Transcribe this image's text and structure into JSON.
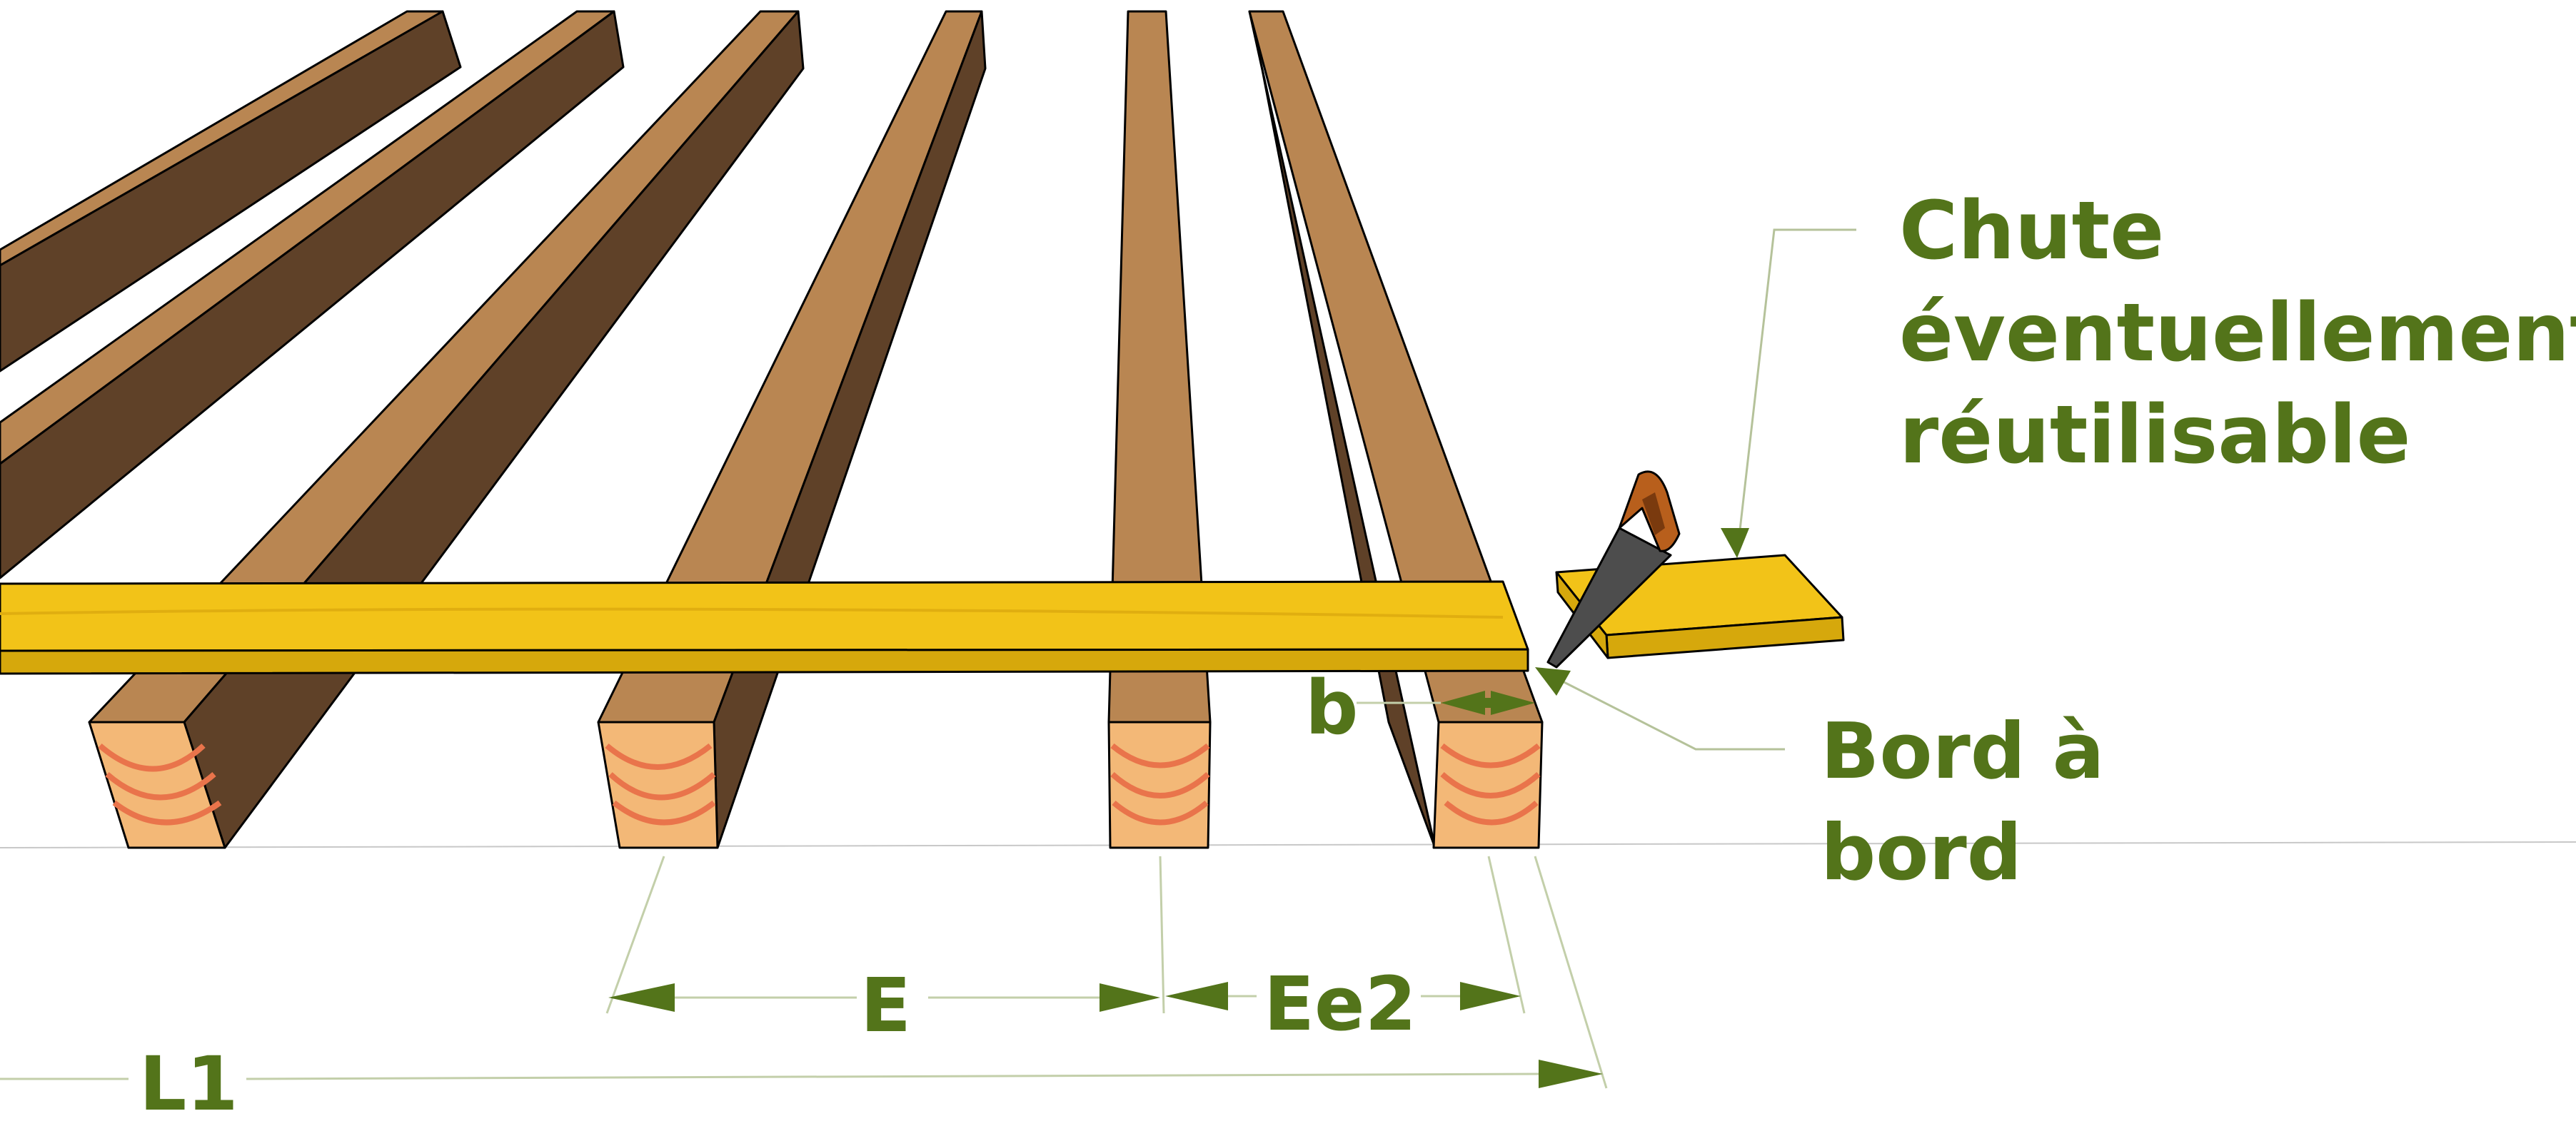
{
  "labels": {
    "chute_line1": "Chute",
    "chute_line2": "éventuellement",
    "chute_line3": "réutilisable",
    "bord_line1": "Bord à",
    "bord_line2": "bord",
    "b": "b",
    "E": "E",
    "Ee2": "Ee2",
    "L1": "L1"
  },
  "colors": {
    "annotation": "#53741a",
    "joist_top": "#b98652",
    "joist_side": "#5f4128",
    "joist_end": "#f3b877",
    "grain": "#e9744b",
    "deck_board": "#f2c318",
    "deck_board_edge": "#d6a80c",
    "saw_blade": "#4d4d4d",
    "saw_handle": "#b85f1c"
  },
  "icons": [
    "saw-icon"
  ]
}
